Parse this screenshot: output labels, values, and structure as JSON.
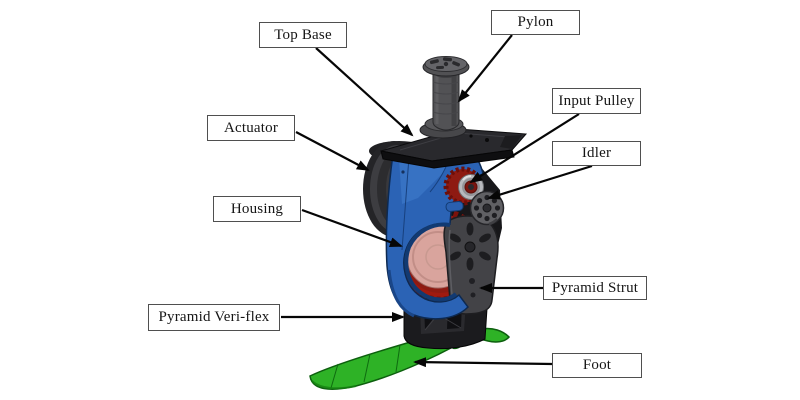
{
  "figure": {
    "labels": {
      "top_base": "Top Base",
      "pylon": "Pylon",
      "actuator": "Actuator",
      "input_pulley": "Input Pulley",
      "idler": "Idler",
      "housing": "Housing",
      "pyramid_veriflex": "Pyramid Veri-flex",
      "pyramid_strut": "Pyramid Strut",
      "foot": "Foot"
    },
    "palette": {
      "housing_blue": "#2b63b5",
      "housing_blue_light": "#3a74c6",
      "foot_green": "#2eb226",
      "pulley_red": "#a01a10",
      "pulley_salmon": "#d9a49d",
      "metal_gray": "#525255",
      "plate_black": "#1c1c1f",
      "arrow_black": "#060606",
      "label_border_gray": "#4f4f4f",
      "background": "#ffffff"
    }
  }
}
